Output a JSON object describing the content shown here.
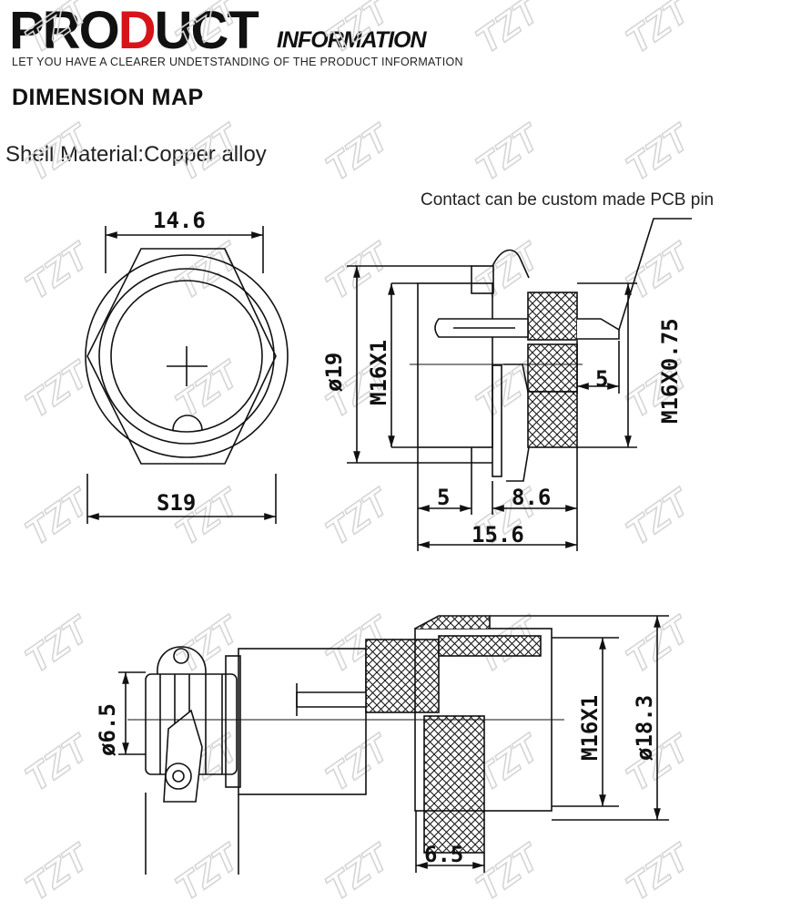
{
  "header": {
    "title_part1": "PRO",
    "title_part2": "D",
    "title_part3": "UCT",
    "title_suffix": "INFORMATION",
    "tagline": "LET YOU HAVE A CLEARER UNDETSTANDING OF THE PRODUCT INFORMATION",
    "title_red_color": "#d8141b"
  },
  "section_title": "DIMENSION MAP",
  "shell_material": "Shell Material:Copper alloy",
  "callout": "Contact can be custom made PCB pin",
  "watermark": "TZT",
  "dimensions": {
    "front_width": "14.6",
    "hex_size": "S19",
    "diameter_19": "ø19",
    "thread_left": "M16X1",
    "thread_right": "M16X0.75",
    "pin_length": "5",
    "seg_a": "5",
    "seg_b": "8.6",
    "total": "15.6",
    "plug_diameter": "ø6.5",
    "plug_thread": "M16X1",
    "plug_outer": "ø18.3",
    "plug_knurl": "6.5"
  }
}
